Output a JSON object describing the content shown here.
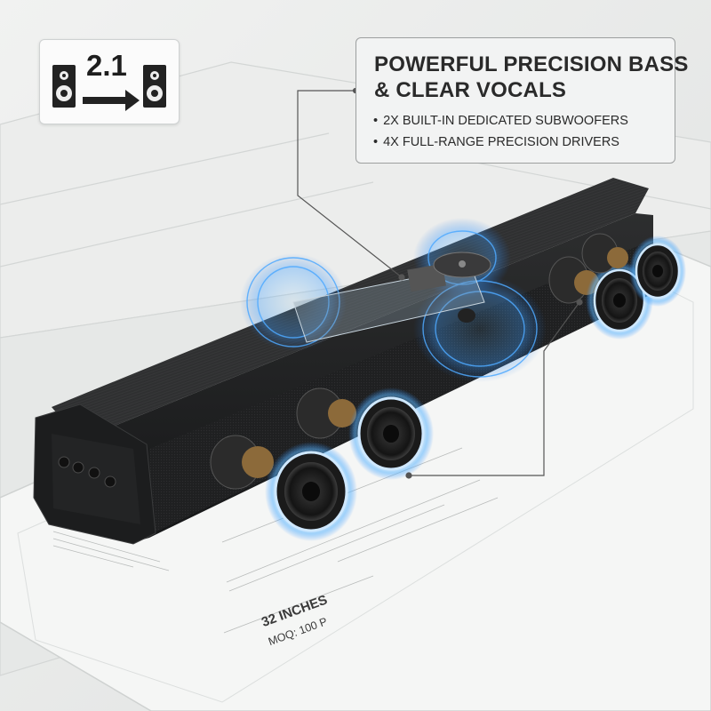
{
  "badge": {
    "label": "2.1",
    "icons": [
      "speaker-icon",
      "arrow-right-icon",
      "speaker-icon"
    ]
  },
  "callout": {
    "headline_line1": "POWERFUL PRECISION BASS",
    "headline_line2": "& CLEAR VOCALS",
    "bullets": [
      "2X BUILT-IN DEDICATED SUBWOOFERS",
      "4X FULL-RANGE PRECISION DRIVERS"
    ]
  },
  "plate": {
    "size_label": "32 INCHES",
    "model_label": "MOQ: 100 P"
  },
  "colors": {
    "background": "#e9ebea",
    "bar_body": "#2b2c2d",
    "glow": "#3fa3ff",
    "text": "#2a2a2a"
  }
}
